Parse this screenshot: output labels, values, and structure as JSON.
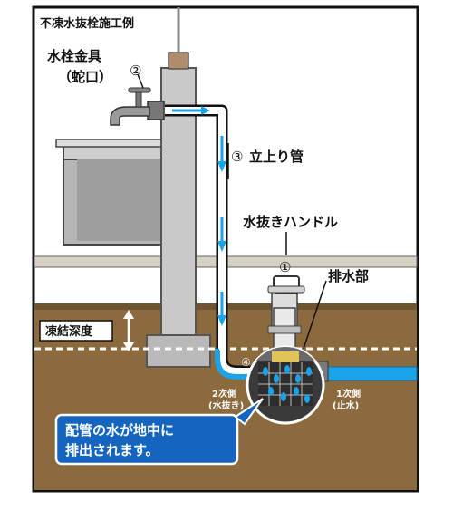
{
  "title": "不凍水抜栓施工例",
  "labels": {
    "faucet_line1": "水栓金具",
    "faucet_line2": "（蛇口）",
    "riser": "立上り管",
    "handle": "水抜きハンドル",
    "drain": "排水部",
    "frost_depth": "凍結深度",
    "secondary_line1": "2次側",
    "secondary_line2": "(水抜き)",
    "primary_line1": "1次側",
    "primary_line2": "(止水)"
  },
  "markers": {
    "m1": "①",
    "m2": "②",
    "m3": "③",
    "m4": "④"
  },
  "callout": {
    "line1": "配管の水が地中に",
    "line2": "排出されます。"
  },
  "colors": {
    "soil": "#8b6a3e",
    "water": "#1aa3e8",
    "frame": "#111111",
    "post": "#c9c9c9",
    "callout_bg": "#1565c0"
  }
}
